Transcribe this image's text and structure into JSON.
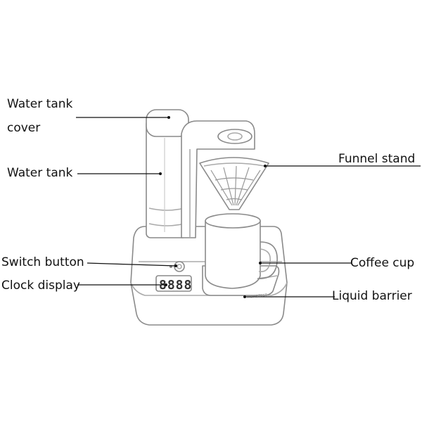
{
  "labels": {
    "water_tank_cover_line1": "Water tank",
    "water_tank_cover_line2": "cover",
    "water_tank": "Water tank",
    "switch_button": "Switch button",
    "clock_display": "Clock display",
    "funnel_stand": "Funnel stand",
    "coffee_cup": "Coffee cup",
    "liquid_barrier": "Liquid barrier"
  },
  "display": {
    "clock_digits": "8888",
    "brand": "HOMEZEST"
  },
  "colors": {
    "line": "#111111",
    "outline": "#8a8a8a",
    "fill": "#ffffff"
  }
}
